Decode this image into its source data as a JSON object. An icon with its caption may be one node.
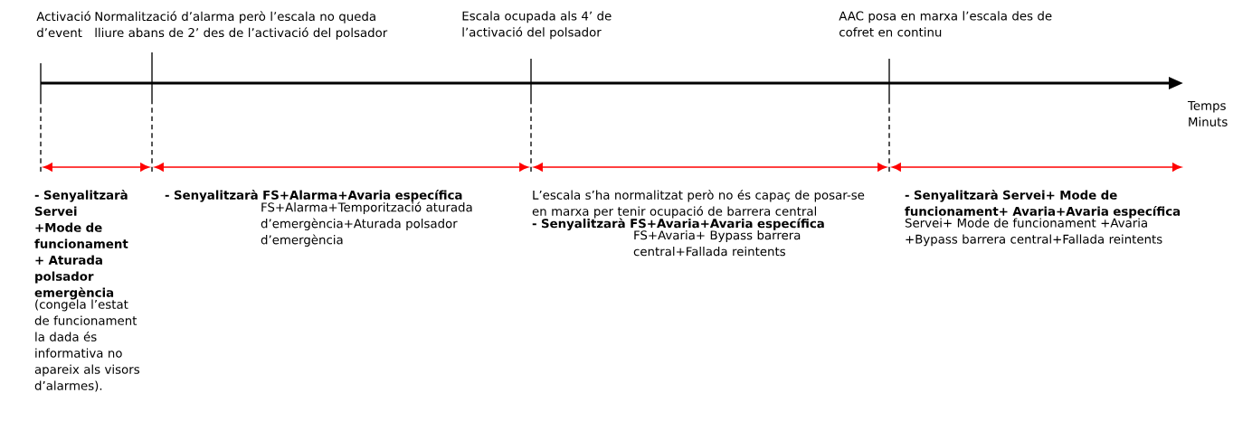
{
  "diagram": {
    "nodes": [
      {
        "text": [],
        "shape": "bar",
        "beside": [
          "Activació d’event"
        ]
      },
      {
        "text": [],
        "shape": "bar",
        "beside": [
          "Normalització d’alarma però l’escala no queda lliure abans de 2’ des de l’activació del polsador"
        ]
      },
      {
        "text": [],
        "shape": "bar",
        "beside": [
          "Escala ocupada als 4’ de l’activació del polsador"
        ]
      },
      {
        "text": [],
        "shape": "bar",
        "beside": [
          "AAC posa en marxa l’escala des de cofret en continu"
        ]
      }
    ],
    "edges": [
      {
        "from": 0,
        "to": 1,
        "arrow": "both",
        "color": "#ff0000"
      },
      {
        "from": 1,
        "to": 2,
        "arrow": "both",
        "color": "#ff0000"
      },
      {
        "from": 2,
        "to": 3,
        "arrow": "both",
        "color": "#ff0000"
      },
      {
        "from": 3,
        "to": null,
        "arrow": "both",
        "color": "#ff0000"
      }
    ],
    "labels": [
      "Temps Minuts",
      "- Senyalitzarà Servei +Mode de funcionament + Aturada polsador emergència",
      "(congela l’estat de funcionament la dada és informativa no apareix als visors d’alarmes).",
      "- Senyalitzarà FS+Alarma+Avaria específica",
      "FS+Alarma+Temporització aturada d’emergència+Aturada polsador d’emergència",
      "L’escala s’ha normalitzat però no és capaç de posar-se en marxa per tenir ocupació de barrera central",
      "- Senyalitzarà FS+Avaria+Avaria específica",
      "FS+Avaria+ Bypass barrera central+Fallada reintents",
      "- Senyalitzarà Servei+ Mode de funcionament+ Avaria+Avaria específica",
      "Servei+ Mode de funcionament +Avaria +Bypass barrera central+Fallada reintents"
    ]
  }
}
